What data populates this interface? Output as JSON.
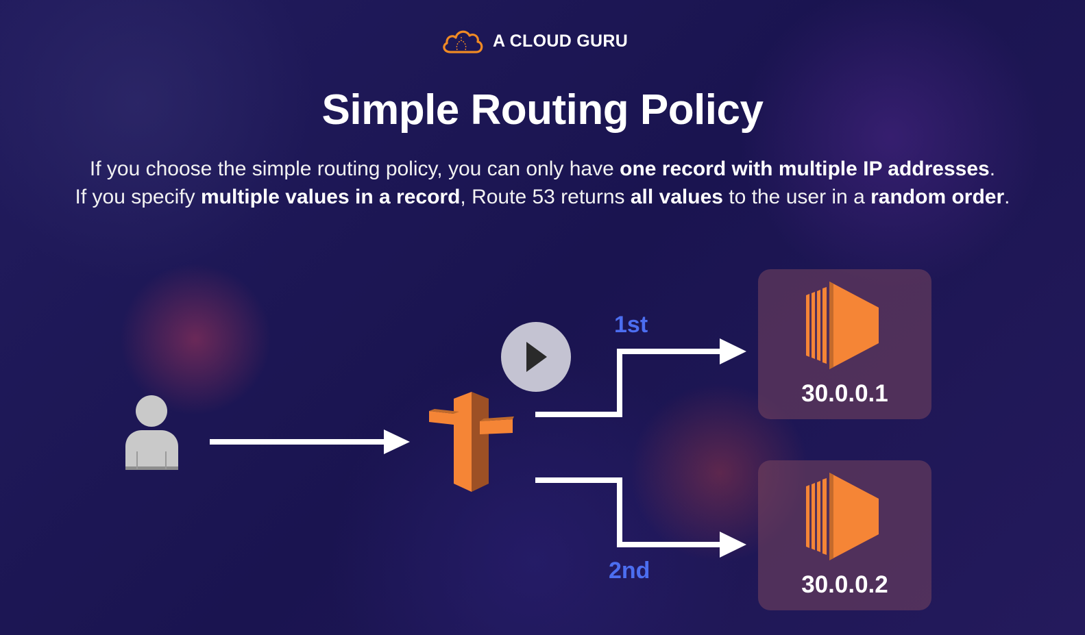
{
  "brand": {
    "name": "A CLOUD GURU",
    "logo_icon": "cloud-icon",
    "accent": "#f08a24"
  },
  "title": "Simple Routing Policy",
  "description": {
    "line1": [
      {
        "text": "If you choose the simple routing policy, you can only have ",
        "bold": false
      },
      {
        "text": "one record with multiple IP addresses",
        "bold": true
      },
      {
        "text": ".",
        "bold": false
      }
    ],
    "line2": [
      {
        "text": "If you specify ",
        "bold": false
      },
      {
        "text": "multiple values in a record",
        "bold": true
      },
      {
        "text": ", Route 53 returns ",
        "bold": false
      },
      {
        "text": "all values",
        "bold": true
      },
      {
        "text": " to the user in a ",
        "bold": false
      },
      {
        "text": "random order",
        "bold": true
      },
      {
        "text": ".",
        "bold": false
      }
    ]
  },
  "diagram": {
    "user_icon": "user-icon",
    "route53_icon": "route53-signpost-icon",
    "play_icon": "play-icon",
    "server_icon": "ec2-instance-icon",
    "label_color": "#4c6ef0",
    "first_label": "1st",
    "second_label": "2nd",
    "servers": [
      {
        "ip": "30.0.0.1"
      },
      {
        "ip": "30.0.0.2"
      }
    ]
  }
}
